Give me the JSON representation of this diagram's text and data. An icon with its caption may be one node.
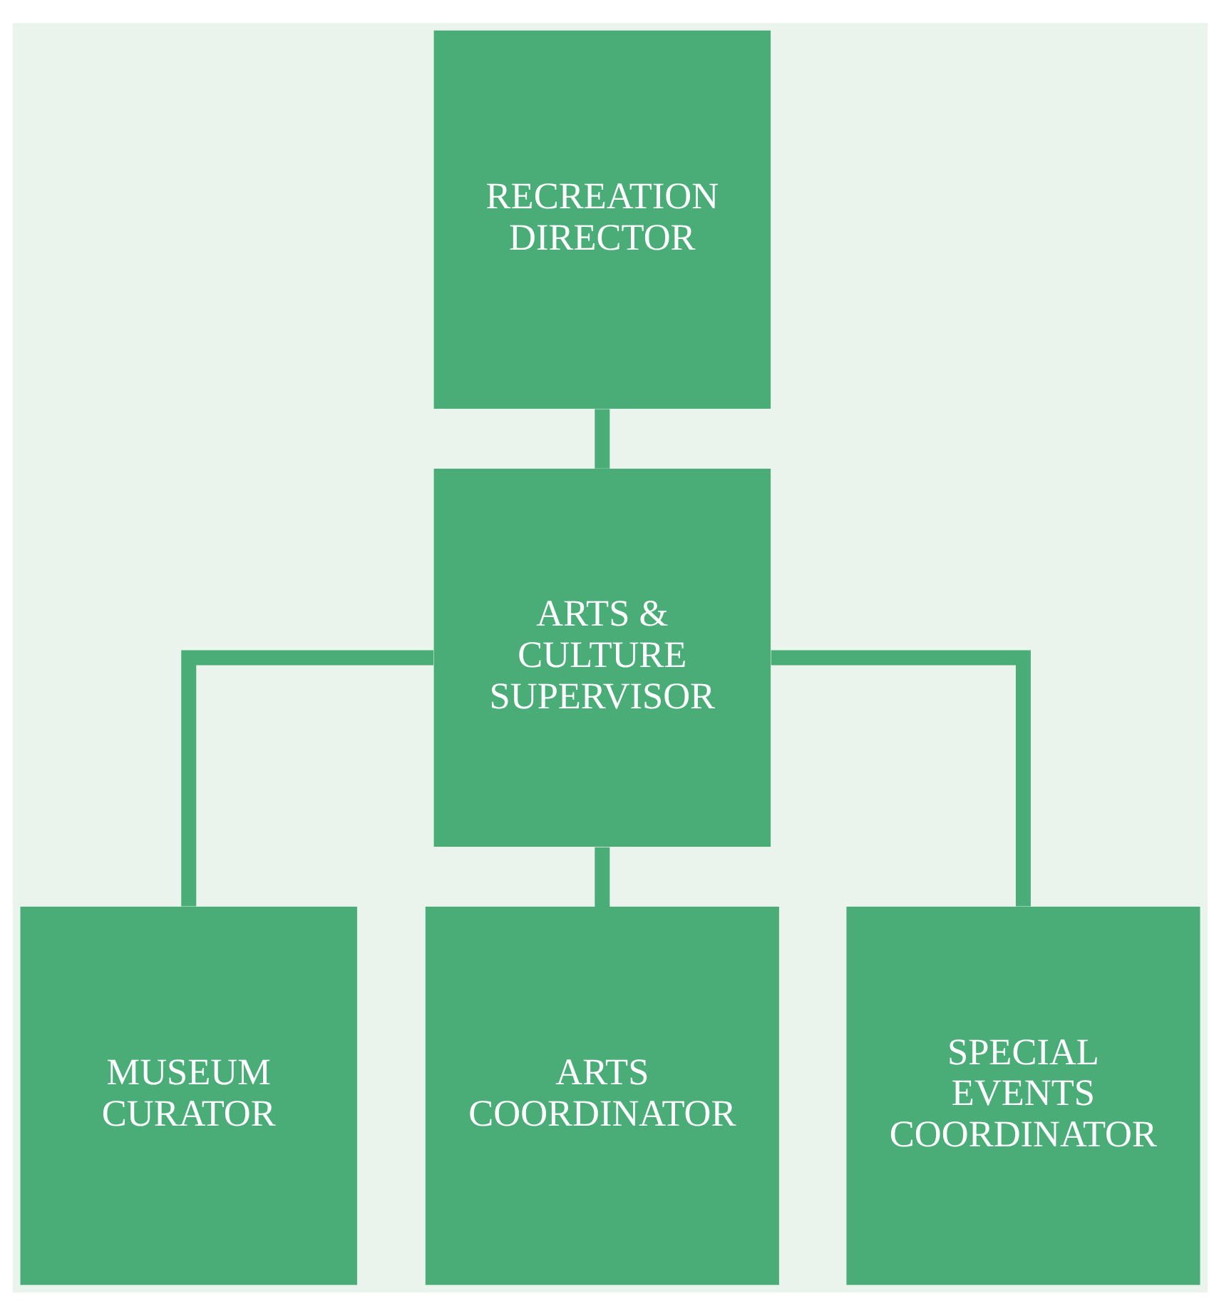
{
  "diagram": {
    "nodes": [
      {
        "text": [
          "RECREATION DIRECTOR"
        ]
      },
      {
        "text": [
          "ARTS & CULTURE SUPERVISOR"
        ]
      },
      {
        "text": [
          "MUSEUM CURATOR"
        ]
      },
      {
        "text": [
          "ARTS COORDINATOR"
        ]
      },
      {
        "text": [
          "SPECIAL EVENTS COORDINATOR"
        ]
      }
    ],
    "edges": [
      {
        "from": 0,
        "to": 1,
        "arrow": "none"
      },
      {
        "from": 1,
        "to": 2,
        "arrow": "none"
      },
      {
        "from": 1,
        "to": 3,
        "arrow": "none"
      },
      {
        "from": 1,
        "to": 4,
        "arrow": "none"
      }
    ]
  }
}
